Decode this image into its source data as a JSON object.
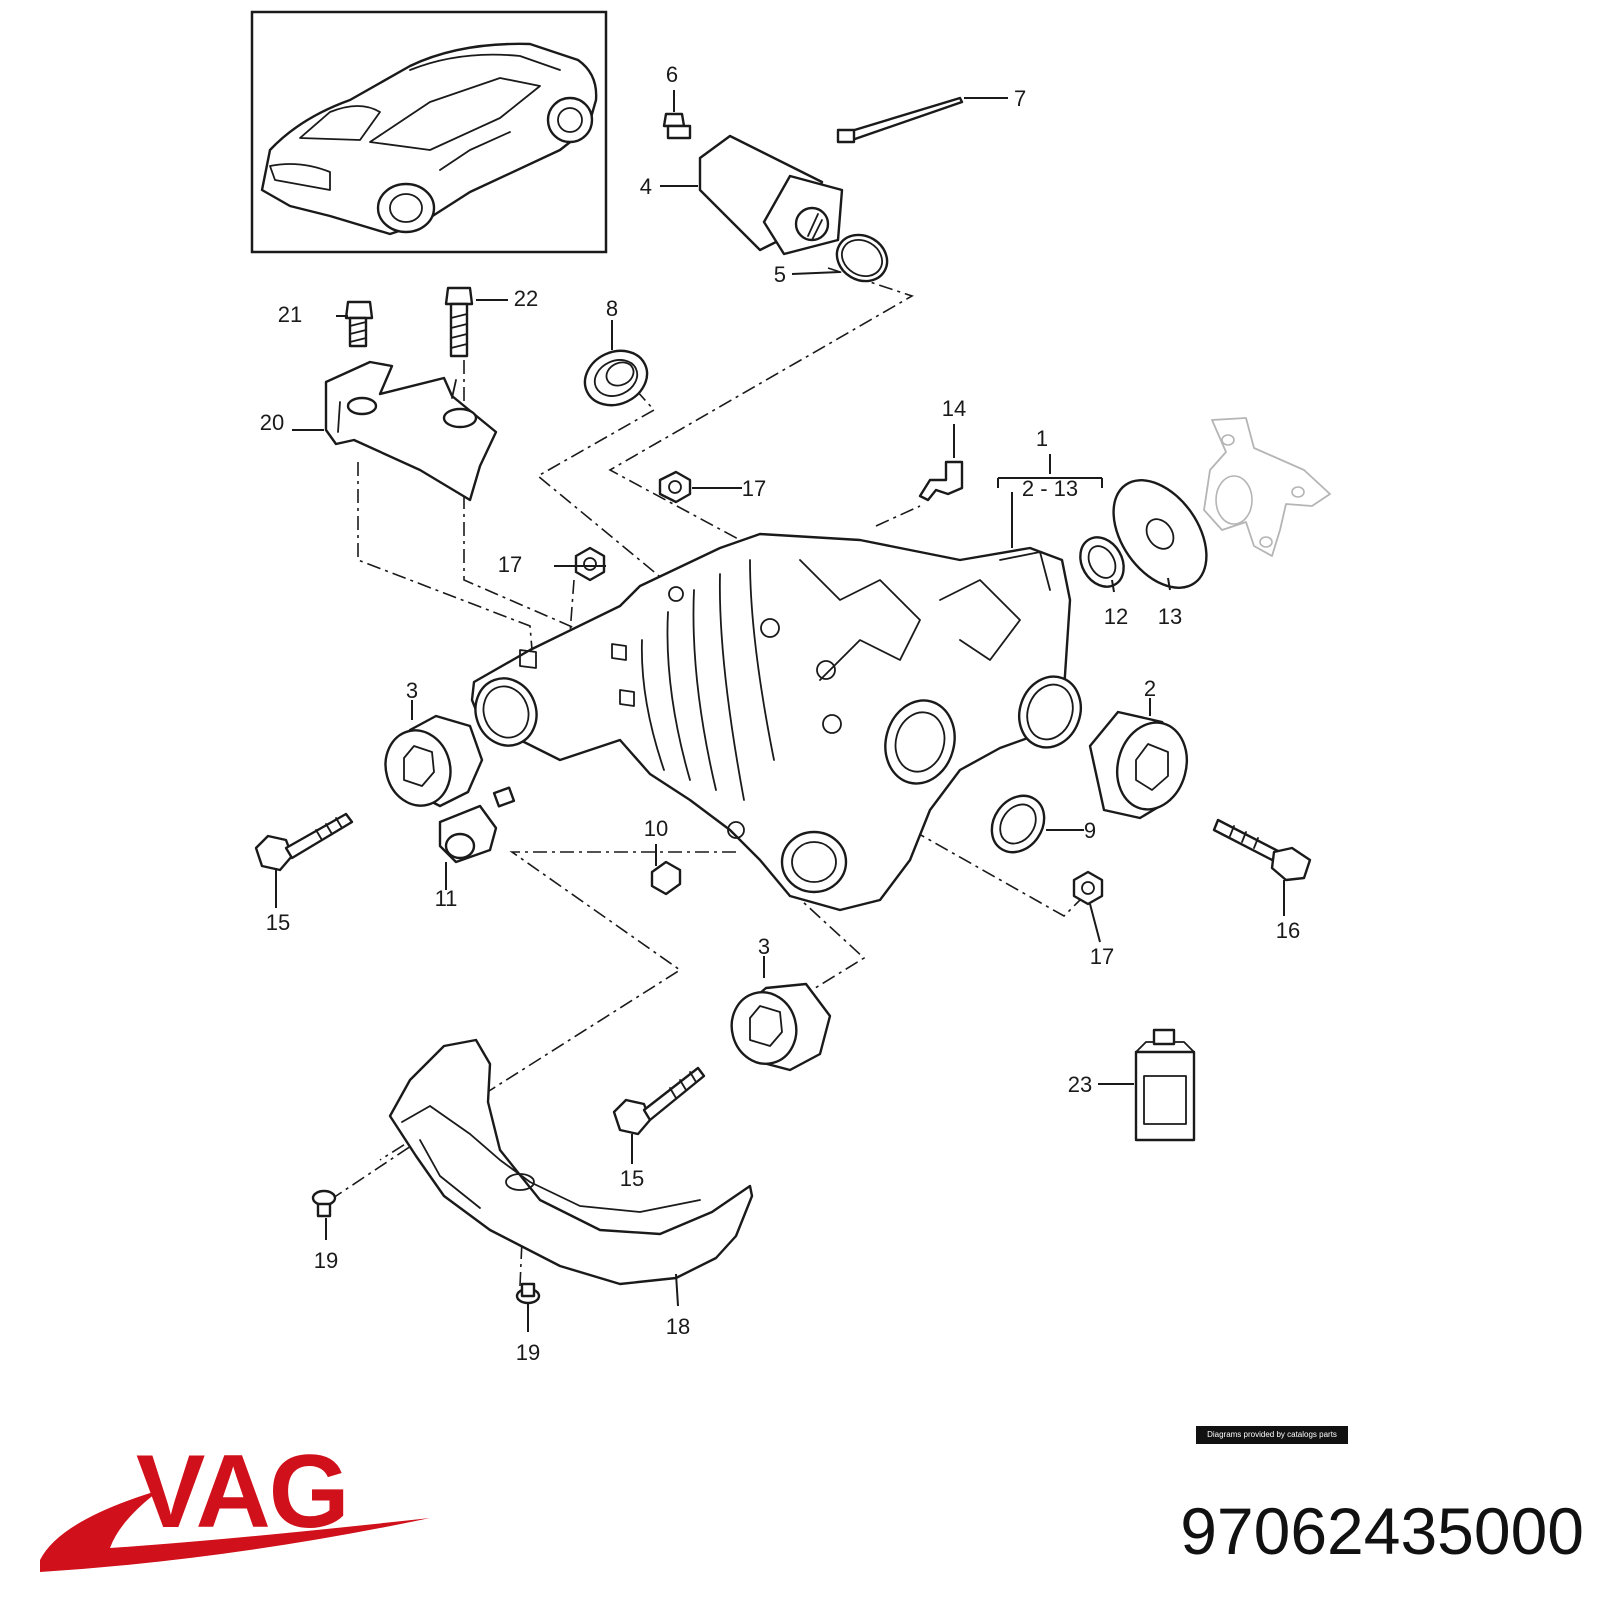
{
  "callouts": {
    "c1": "1",
    "c2_13": "2 - 13",
    "c2": "2",
    "c3a": "3",
    "c3b": "3",
    "c4": "4",
    "c5": "5",
    "c6": "6",
    "c7": "7",
    "c8": "8",
    "c9": "9",
    "c10": "10",
    "c11": "11",
    "c12": "12",
    "c13": "13",
    "c14": "14",
    "c15a": "15",
    "c15b": "15",
    "c16": "16",
    "c17a": "17",
    "c17b": "17",
    "c17c": "17",
    "c18": "18",
    "c19a": "19",
    "c19b": "19",
    "c20": "20",
    "c21": "21",
    "c22": "22",
    "c23": "23"
  },
  "credit": "Diagrams provided by catalogs parts",
  "brand": {
    "name": "VAG",
    "color": "#d0101a"
  },
  "part_number": "97062435000"
}
